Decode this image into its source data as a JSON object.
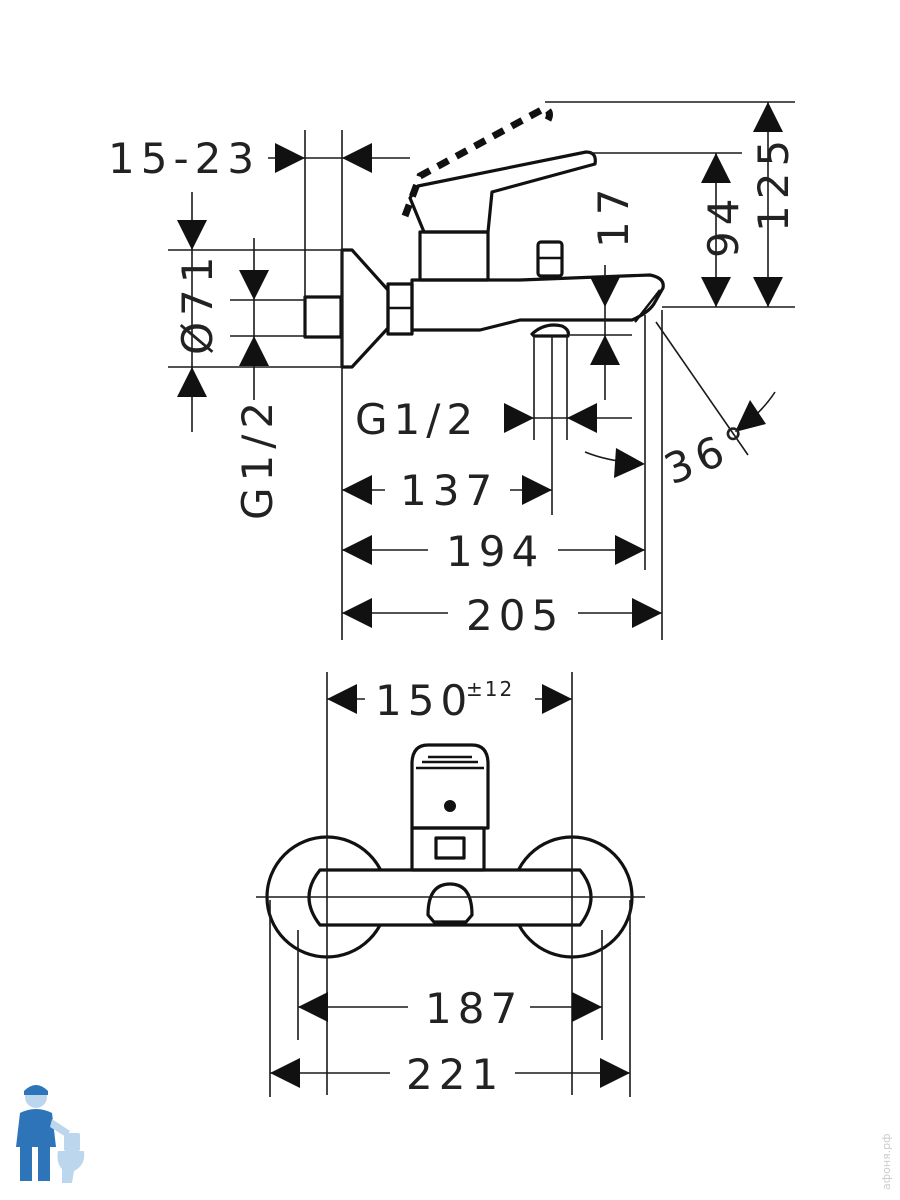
{
  "side_view": {
    "dims": {
      "wall_offset": "15-23",
      "diameter": "Ø71",
      "inlet_thread": "G1/2",
      "outlet_thread": "G1/2",
      "spout_drop": "17",
      "height_94": "94",
      "height_125": "125",
      "angle": "36°",
      "len_137": "137",
      "len_194": "194",
      "len_205": "205"
    }
  },
  "front_view": {
    "dims": {
      "centers": "150",
      "centers_tol": "±12",
      "len_187": "187",
      "len_221": "221"
    }
  },
  "watermark": "афоня.рф",
  "colors": {
    "line": "#111111",
    "logo": "#2d74b8",
    "watermark": "#cccccc"
  }
}
